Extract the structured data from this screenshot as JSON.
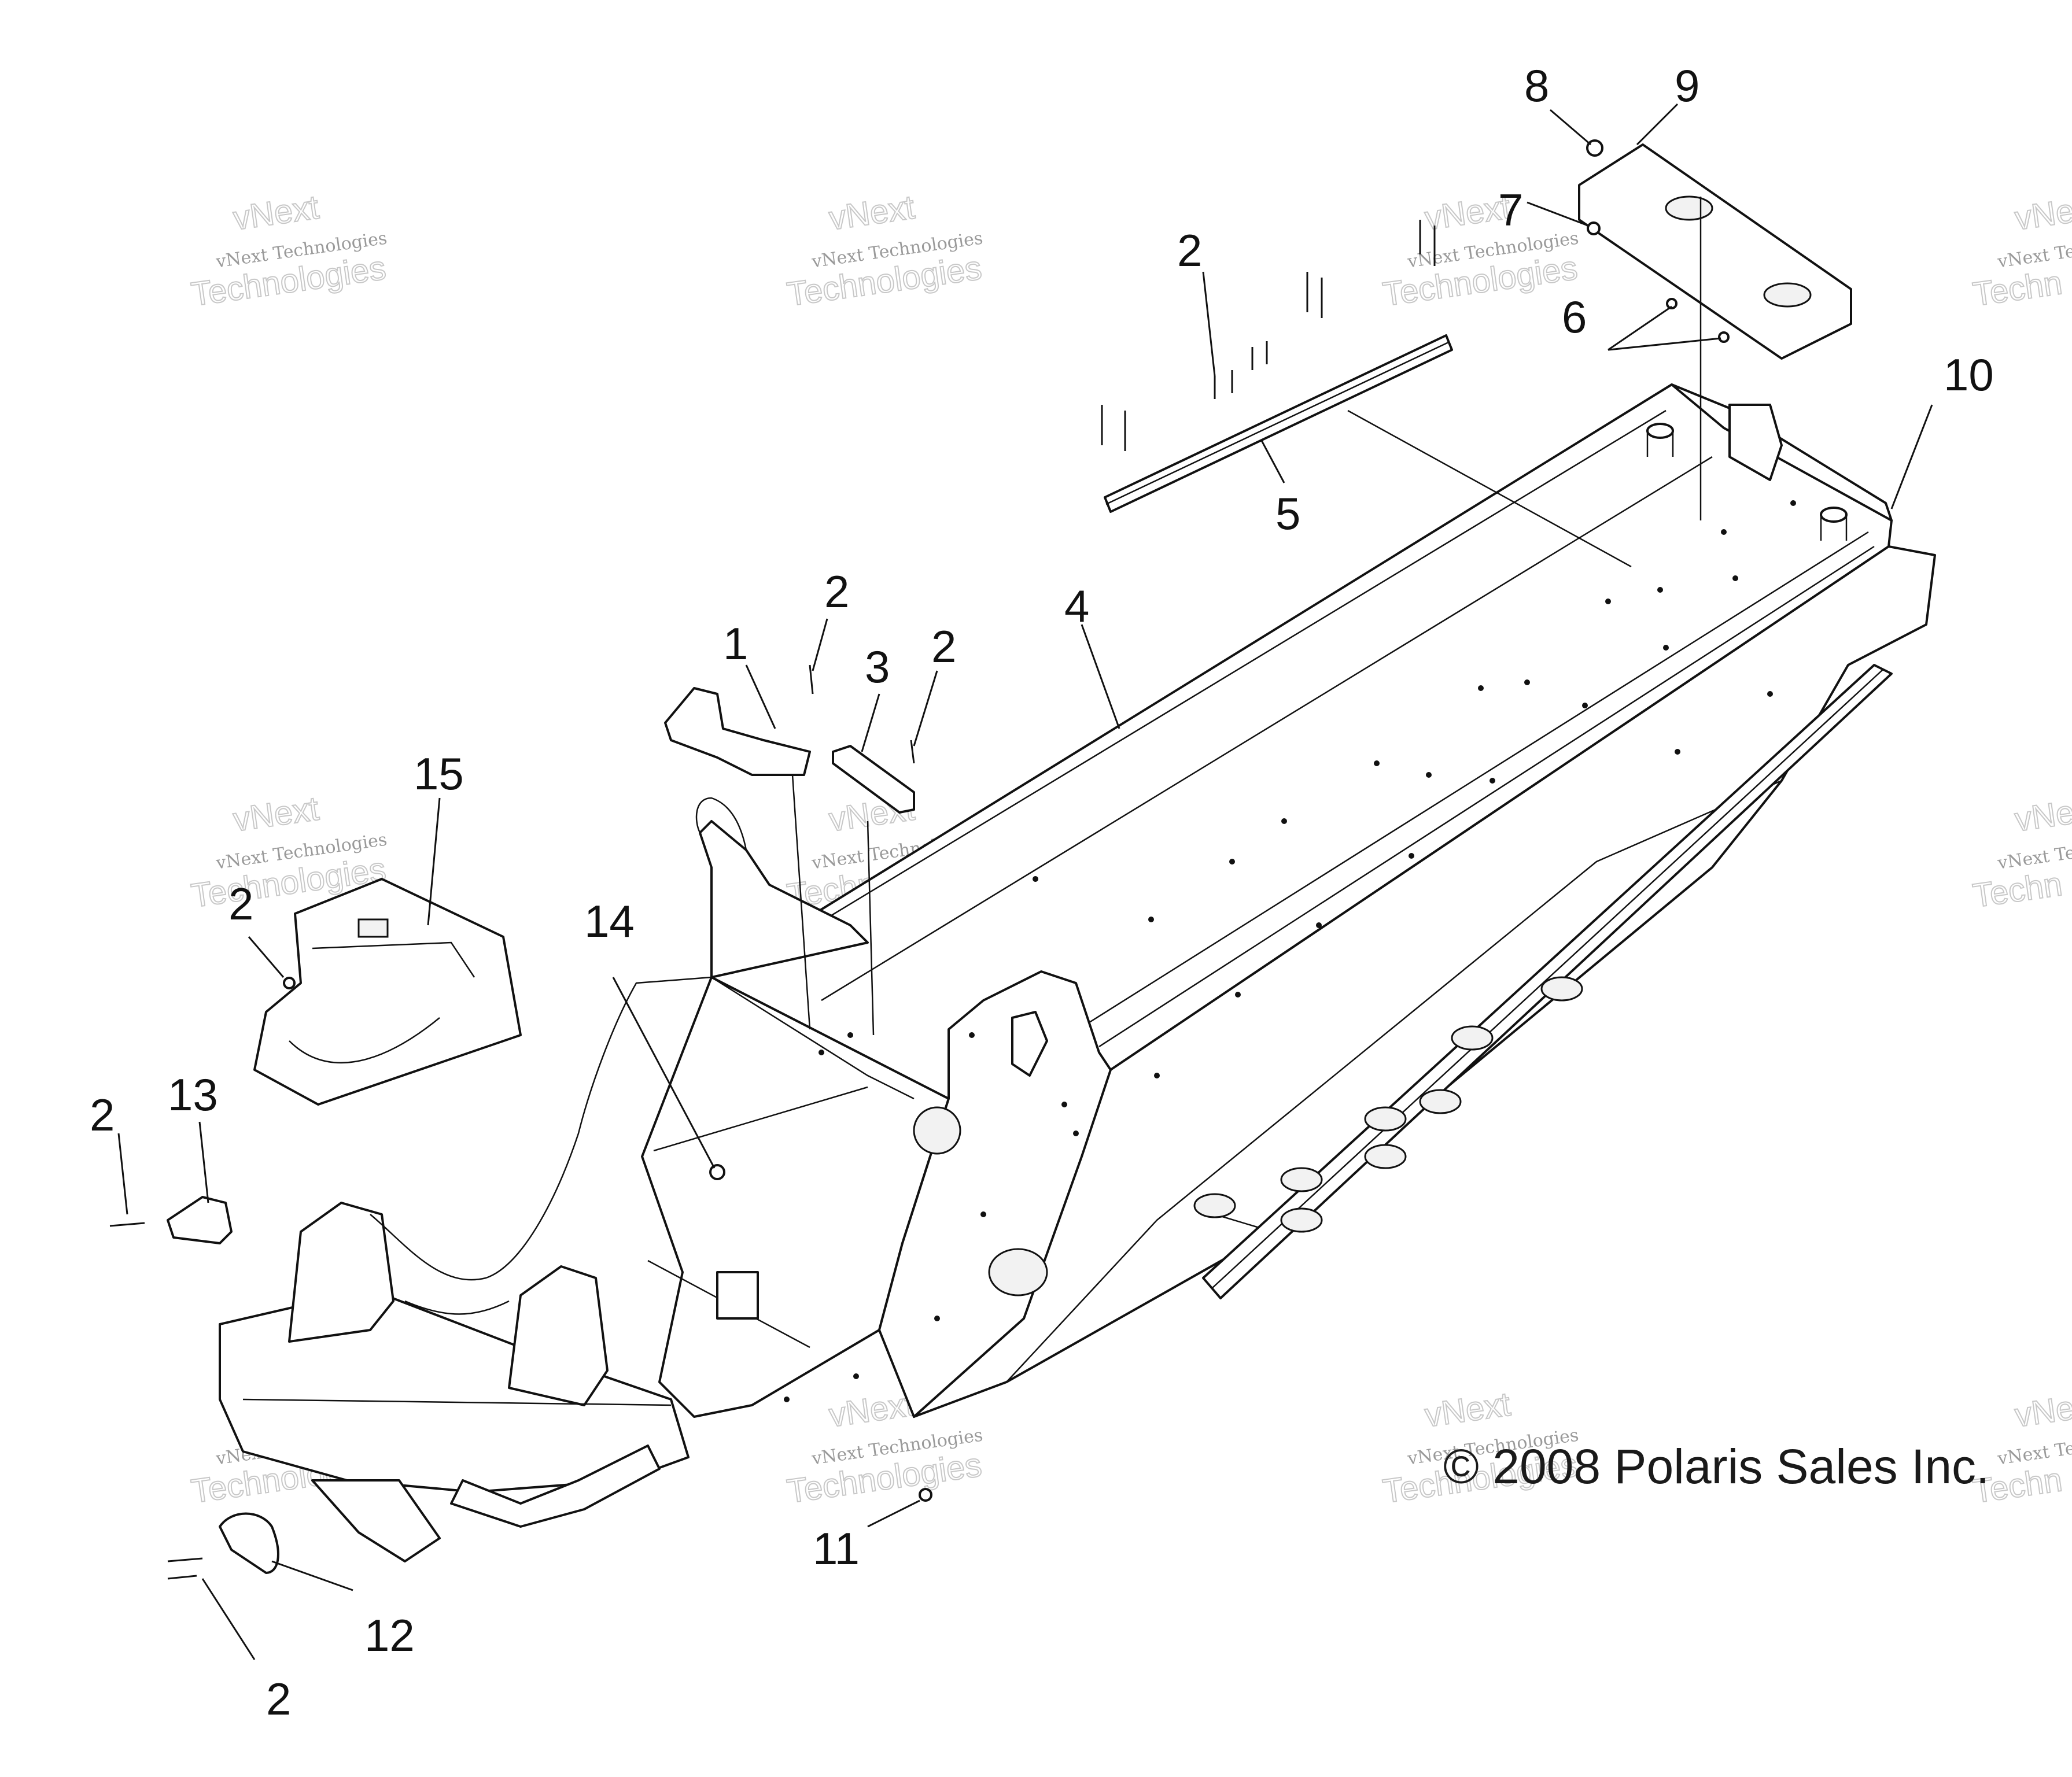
{
  "callouts": [
    {
      "id": "c1",
      "label": "1"
    },
    {
      "id": "c2a",
      "label": "2"
    },
    {
      "id": "c2b",
      "label": "2"
    },
    {
      "id": "c2c",
      "label": "2"
    },
    {
      "id": "c2d",
      "label": "2"
    },
    {
      "id": "c2e",
      "label": "2"
    },
    {
      "id": "c2f",
      "label": "2"
    },
    {
      "id": "c3",
      "label": "3"
    },
    {
      "id": "c4",
      "label": "4"
    },
    {
      "id": "c5",
      "label": "5"
    },
    {
      "id": "c6",
      "label": "6"
    },
    {
      "id": "c7",
      "label": "7"
    },
    {
      "id": "c8",
      "label": "8"
    },
    {
      "id": "c9",
      "label": "9"
    },
    {
      "id": "c10",
      "label": "10"
    },
    {
      "id": "c11",
      "label": "11"
    },
    {
      "id": "c12",
      "label": "12"
    },
    {
      "id": "c13",
      "label": "13"
    },
    {
      "id": "c14",
      "label": "14"
    },
    {
      "id": "c15",
      "label": "15"
    }
  ],
  "copyright": "© 2008 Polaris Sales Inc.",
  "watermark": {
    "small": "vNext Technologies",
    "big_top": "vNext",
    "big_bottom": "Technologies",
    "partial_small": "vNext Tec",
    "partial_big_top": "vNe",
    "partial_big_bottom": "Techn"
  }
}
